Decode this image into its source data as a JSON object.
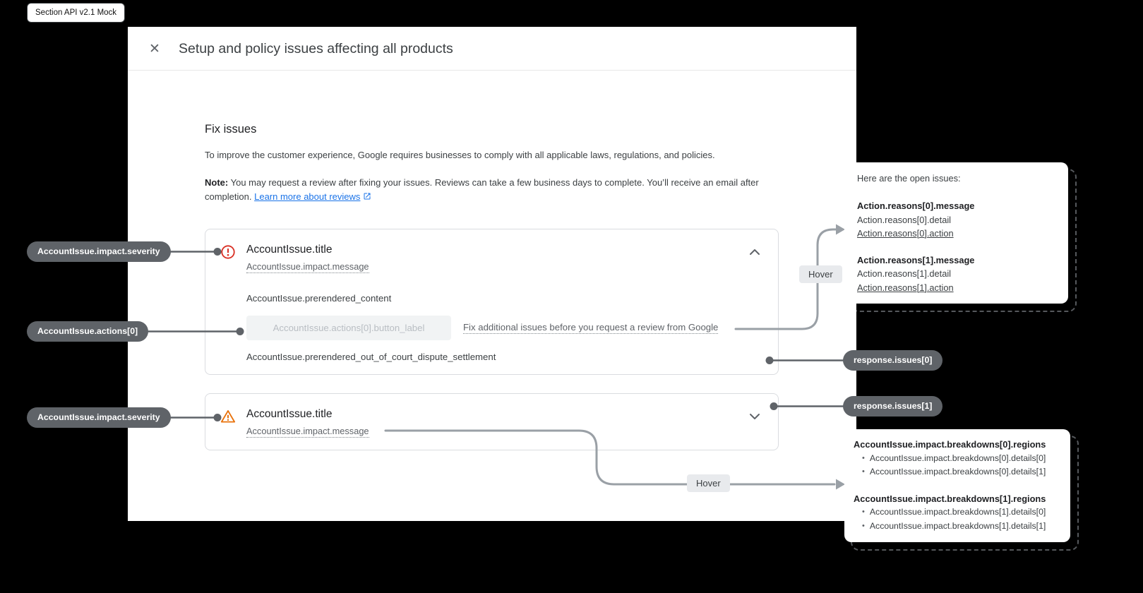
{
  "badge": {
    "label": "Section API v2.1 Mock"
  },
  "dialog": {
    "title": "Setup and policy issues affecting all products",
    "section": {
      "heading": "Fix issues",
      "intro": "To improve the customer experience, Google requires businesses to comply with all applicable laws, regulations, and policies.",
      "note_label": "Note:",
      "note_body": "You may request a review after fixing your issues. Reviews can take a few business days to complete. You’ll receive an email after completion.",
      "note_link": "Learn more about reviews"
    },
    "issues": [
      {
        "severity": "error",
        "title": "AccountIssue.title",
        "message": "AccountIssue.impact.message",
        "prerendered_content": "AccountIssue.prerendered_content",
        "button_label": "AccountIssue.actions[0].button_label",
        "review_link": "Fix additional issues before you request a review from Google",
        "dispute_settlement": "AccountIssue.prerendered_out_of_court_dispute_settlement",
        "expanded": true
      },
      {
        "severity": "warning",
        "title": "AccountIssue.title",
        "message": "AccountIssue.impact.message",
        "expanded": false
      }
    ]
  },
  "annotations": {
    "left_pills": [
      "AccountIssue.impact.severity",
      "AccountIssue.actions[0]",
      "AccountIssue.impact.severity"
    ],
    "right_pills": [
      "response.issues[0]",
      "response.issues[1]"
    ],
    "hover_labels": [
      "Hover",
      "Hover"
    ]
  },
  "tooltips": {
    "open_issues": {
      "heading": "Here are the open issues:",
      "groups": [
        {
          "message": "Action.reasons[0].message",
          "detail": "Action.reasons[0].detail",
          "action": "Action.reasons[0].action"
        },
        {
          "message": "Action.reasons[1].message",
          "detail": "Action.reasons[1].detail",
          "action": "Action.reasons[1].action"
        }
      ]
    },
    "breakdowns": {
      "groups": [
        {
          "regions": "AccountIssue.impact.breakdowns[0].regions",
          "details": [
            "AccountIssue.impact.breakdowns[0].details[0]",
            "AccountIssue.impact.breakdowns[0].details[1]"
          ]
        },
        {
          "regions": "AccountIssue.impact.breakdowns[1].regions",
          "details": [
            "AccountIssue.impact.breakdowns[1].details[0]",
            "AccountIssue.impact.breakdowns[1].details[1]"
          ]
        }
      ]
    }
  },
  "icons": {
    "close": "✕",
    "bullet": "•",
    "error": "alert-circle",
    "warning": "alert-triangle",
    "chevron_up": "chevron-up",
    "chevron_down": "chevron-down",
    "external_link": "open-in-new"
  },
  "colors": {
    "background": "#000000",
    "dialog": "#ffffff",
    "link_blue": "#1a73e8",
    "error_red": "#d93025",
    "warning_orange": "#e8710a",
    "pill_gray": "#5f6368",
    "connector_gray": "#9aa0a6",
    "hover_chip": "#e8eaed",
    "card_border": "#dadce0"
  }
}
